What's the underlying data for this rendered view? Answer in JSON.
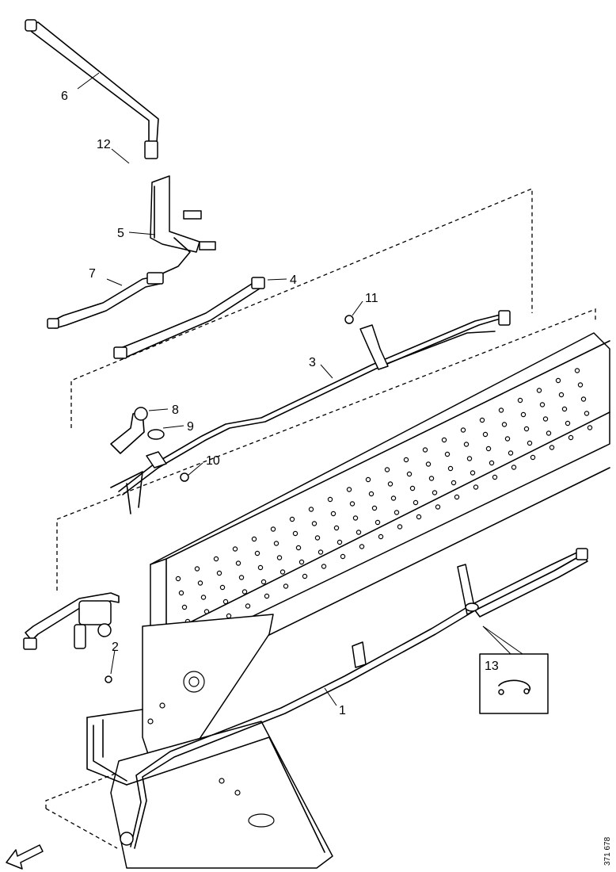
{
  "diagram": {
    "callouts": [
      {
        "label": "1"
      },
      {
        "label": "2"
      },
      {
        "label": "3"
      },
      {
        "label": "4"
      },
      {
        "label": "5"
      },
      {
        "label": "6"
      },
      {
        "label": "7"
      },
      {
        "label": "8"
      },
      {
        "label": "9"
      },
      {
        "label": "10"
      },
      {
        "label": "11"
      },
      {
        "label": "12"
      },
      {
        "label": "13"
      }
    ],
    "reference_number": "371 678",
    "icons": [
      "front-direction-arrow-icon",
      "clamp-ring-icon"
    ]
  }
}
